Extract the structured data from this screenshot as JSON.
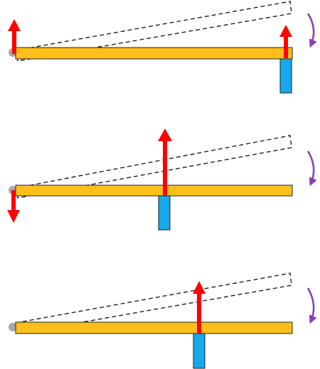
{
  "colors": {
    "beam_fill": "#ffbf1a",
    "beam_stroke": "#222222",
    "arrow": "#ff0000",
    "support_fill": "#18a9ec",
    "support_stroke": "#222222",
    "pivot": "#a8a8a8",
    "rotation_arrow": "#8a3fb8",
    "dashed": "#111111"
  },
  "panels": [
    {
      "name": "panel-1",
      "support_position": "right-end",
      "left_force_direction": "up",
      "support_force_direction": "up",
      "rotation_direction": "clockwise"
    },
    {
      "name": "panel-2",
      "support_position": "middle",
      "left_force_direction": "down",
      "support_force_direction": "up",
      "rotation_direction": "clockwise"
    },
    {
      "name": "panel-3",
      "support_position": "right-of-middle",
      "left_force_direction": "none",
      "support_force_direction": "up",
      "rotation_direction": "clockwise"
    }
  ]
}
